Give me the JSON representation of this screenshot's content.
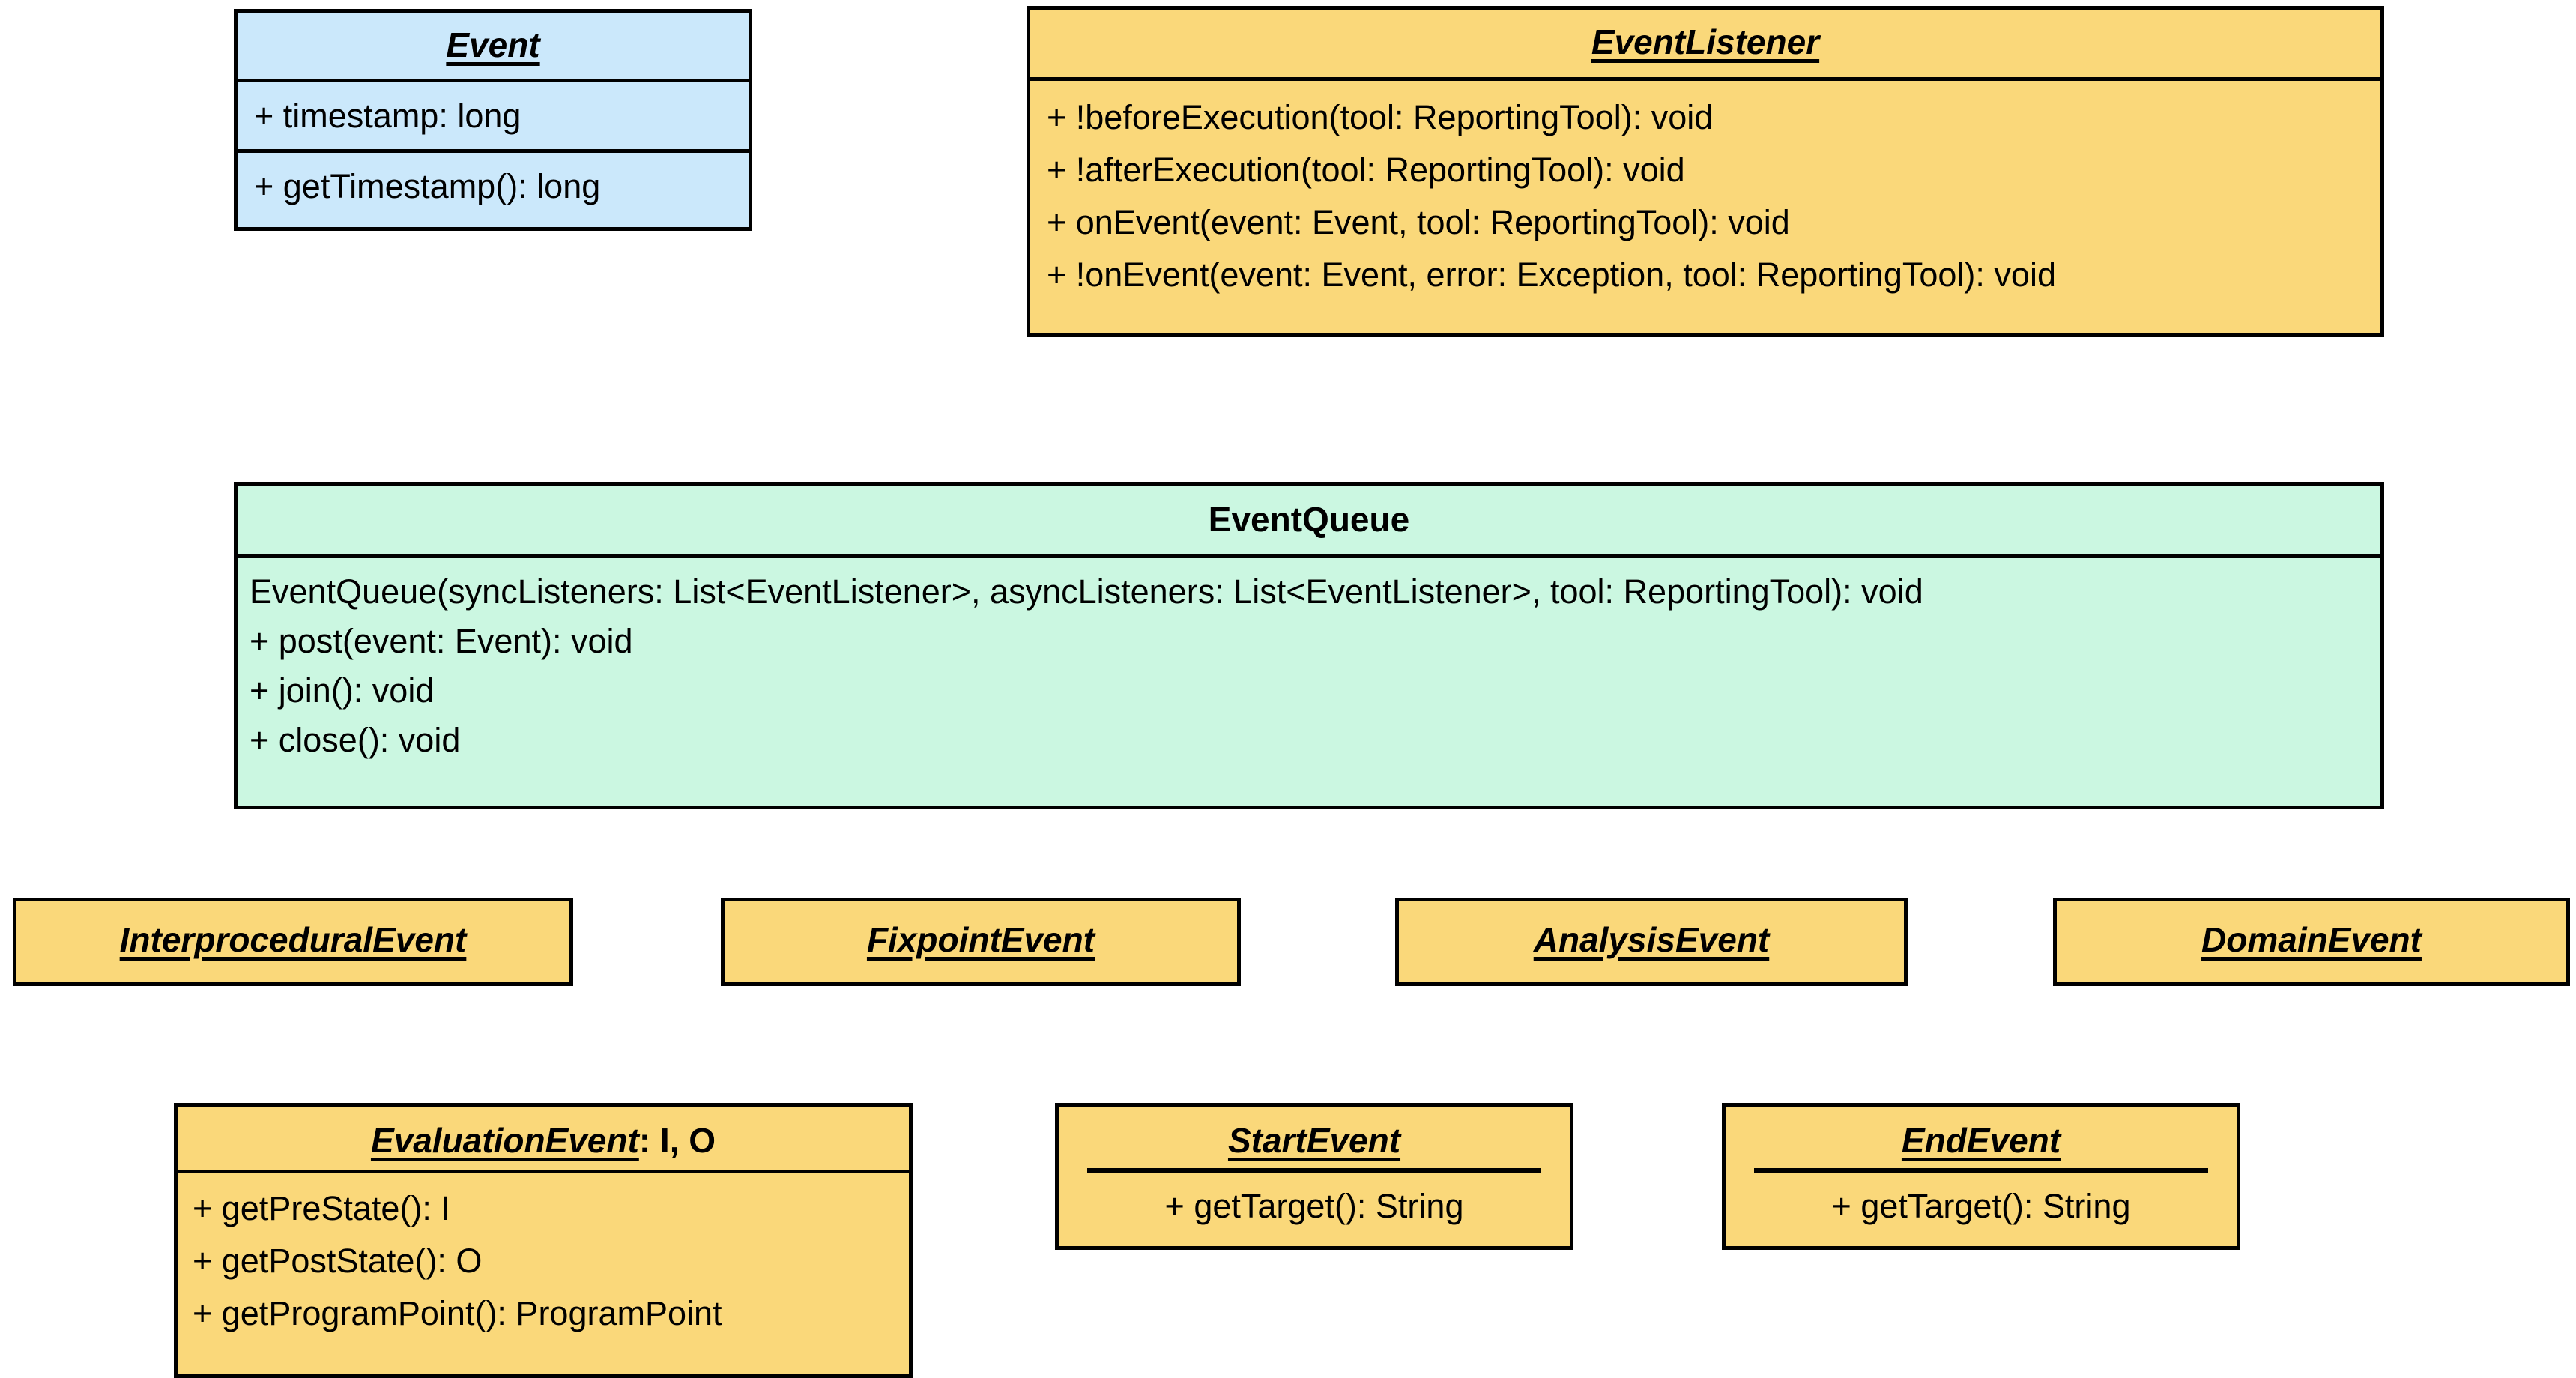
{
  "diagram": {
    "title": "Event system UML class diagram",
    "colors": {
      "abstract_fill": "#fad87a",
      "event_fill": "#cbe8fb",
      "queue_fill": "#cbf7e1",
      "border": "#000000",
      "text": "#000000"
    }
  },
  "classes": {
    "event": {
      "name": "Event",
      "stereotype": "abstract",
      "attributes": [
        "+ timestamp: long"
      ],
      "methods": [
        "+ getTimestamp(): long"
      ]
    },
    "event_listener": {
      "name": "EventListener",
      "stereotype": "abstract",
      "methods": [
        "+ !beforeExecution(tool: ReportingTool): void",
        "+ !afterExecution(tool: ReportingTool): void",
        "+ onEvent(event: Event, tool: ReportingTool): void",
        "+ !onEvent(event: Event, error: Exception, tool: ReportingTool): void"
      ]
    },
    "event_queue": {
      "name": "EventQueue",
      "stereotype": "concrete",
      "methods": [
        "EventQueue(syncListeners: List<EventListener>, asyncListeners: List<EventListener>, tool: ReportingTool): void",
        "+ post(event: Event): void",
        "+ join(): void",
        "+ close(): void"
      ]
    },
    "interprocedural_event": {
      "name": "InterproceduralEvent",
      "stereotype": "abstract"
    },
    "fixpoint_event": {
      "name": "FixpointEvent",
      "stereotype": "abstract"
    },
    "analysis_event": {
      "name": "AnalysisEvent",
      "stereotype": "abstract"
    },
    "domain_event": {
      "name": "DomainEvent",
      "stereotype": "abstract"
    },
    "evaluation_event": {
      "name": "EvaluationEvent",
      "generics": ": I, O",
      "stereotype": "abstract",
      "methods": [
        "+ getPreState(): I",
        "+ getPostState(): O",
        "+ getProgramPoint(): ProgramPoint"
      ]
    },
    "start_event": {
      "name": "StartEvent",
      "stereotype": "abstract",
      "methods": [
        "+ getTarget(): String"
      ]
    },
    "end_event": {
      "name": "EndEvent",
      "stereotype": "abstract",
      "methods": [
        "+ getTarget(): String"
      ]
    }
  }
}
